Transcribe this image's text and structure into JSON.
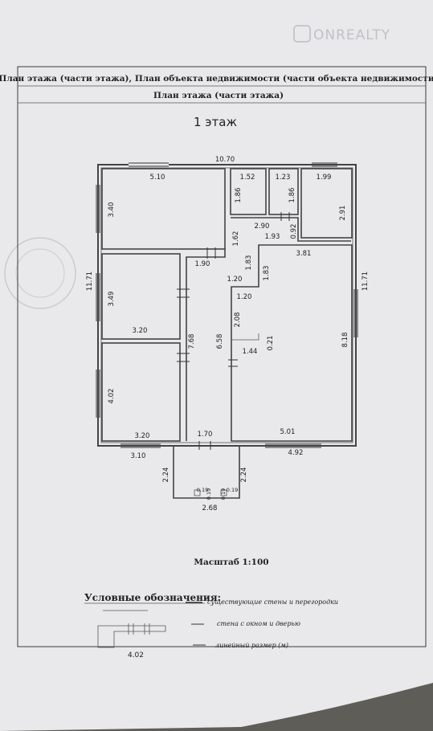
{
  "header": {
    "line1": "План этажа (части этажа), План объекта недвижимости (части объекта недвижимости)",
    "line2": "План этажа (части этажа)"
  },
  "watermark": "ONREALTY",
  "floor_title": "1 этаж",
  "dimensions": {
    "overall_width": "10.70",
    "overall_height_left": "11.71",
    "overall_height_right": "11.71",
    "room_top_left_width": "5.10",
    "room_top_left_height": "3.40",
    "bath1_width": "1.52",
    "bath1_height": "1.86",
    "bath2_width": "1.23",
    "bath2_height": "1.86",
    "room_top_right_width": "1.99",
    "room_top_right_height": "2.91",
    "small_corridor_width": "2.90",
    "hall_top_width": "1.93",
    "hall_small": "0.92",
    "corridor_step": "1.62",
    "corridor_width": "1.90",
    "step_a": "1.83",
    "step_b": "1.83",
    "big_room_width": "3.81",
    "big_room_height": "8.18",
    "corridor_x1": "1.20",
    "corridor_x2": "1.20",
    "room_mid_left_height": "3.49",
    "room_mid_left_width": "3.20",
    "corridor_left_height": "7.68",
    "corridor_right_height": "6.58",
    "niche_height": "2.08",
    "niche_width": "1.44",
    "niche_depth": "0.21",
    "room_bottom_left_height": "4.02",
    "room_bottom_left_width": "3.20",
    "corridor_bottom_width": "1.70",
    "big_room_bottom_width": "5.01",
    "outer_bottom_left": "3.10",
    "outer_bottom_right": "4.92",
    "porch_left": "2.24",
    "porch_right": "2.24",
    "porch_width": "2.68",
    "post_a1": "0.19",
    "post_a2": "0.19",
    "post_b1": "0.19",
    "post_b2": "0.19"
  },
  "scale": "Масштаб 1:100",
  "legend": {
    "title": "Условные обозначения:",
    "items": [
      "существующие стены и перегородки",
      "стена с окном и дверью",
      "линейный размер (м)"
    ],
    "sample_dimension": "4.02"
  }
}
